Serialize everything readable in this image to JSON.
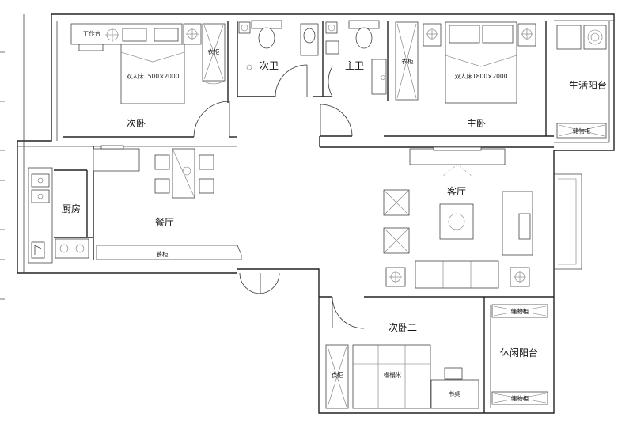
{
  "rooms": {
    "bedroom_1": "次卧一",
    "bath_2": "次卫",
    "master_bath": "主卫",
    "master_bedroom": "主卧",
    "living_balcony": "生活阳台",
    "kitchen": "厨房",
    "dining": "餐厅",
    "living": "客厅",
    "bedroom_2": "次卧二",
    "leisure_balcony": "休闲阳台"
  },
  "furniture": {
    "desk_1": "工作台",
    "bed_double_1": "双人床1500×2000",
    "wardrobe_1": "衣柜",
    "wardrobe_master": "衣柜",
    "bed_master": "双人床1800×2000",
    "storage_top": "储物柜",
    "cabinet_dining": "餐柜",
    "storage_leisure_top": "储物柜",
    "storage_leisure_bottom": "储物柜",
    "wardrobe_2": "衣柜",
    "tatami": "榻榻米",
    "study_desk": "书桌"
  }
}
